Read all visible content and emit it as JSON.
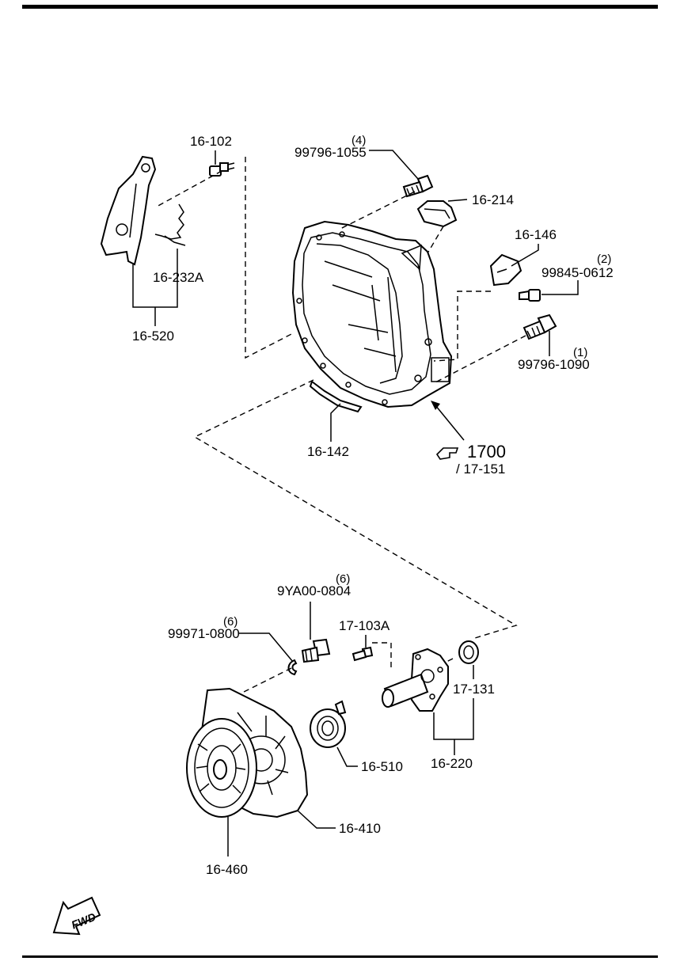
{
  "callouts": {
    "p16_102": "16-102",
    "p16_232a": "16-232A",
    "p16_520": "16-520",
    "p99796_1055": "99796-1055",
    "p99796_1055_qty": "(4)",
    "p16_214": "16-214",
    "p16_146": "16-146",
    "p99845_0612": "99845-0612",
    "p99845_0612_qty": "(2)",
    "p99796_1090": "99796-1090",
    "p99796_1090_qty": "(1)",
    "p16_142": "16-142",
    "ref_1700": "1700",
    "ref_17_151": "/ 17-151",
    "p9ya00_0804": "9YA00-0804",
    "p9ya00_0804_qty": "(6)",
    "p99971_0800": "99971-0800",
    "p99971_0800_qty": "(6)",
    "p17_103a": "17-103A",
    "p17_131": "17-131",
    "p16_510": "16-510",
    "p16_220": "16-220",
    "p16_410": "16-410",
    "p16_460": "16-460"
  },
  "fwd_badge": "FWD",
  "icons": {
    "reference_hand": "pointing-hand-icon",
    "forward_arrow": "fwd-arrow-icon"
  },
  "colors": {
    "ink": "#000000",
    "paper": "#ffffff"
  }
}
